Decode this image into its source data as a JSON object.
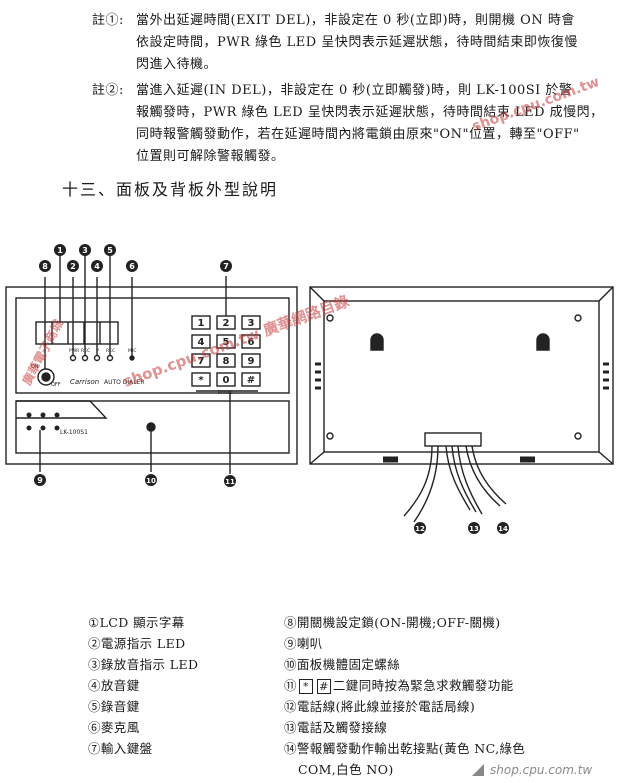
{
  "notes": [
    {
      "tag": "註①:",
      "lines": [
        "當外出延遲時間(EXIT DEL)，非設定在 0 秒(立即)時，則開機 ON 時會",
        "依設定時間，PWR 綠色 LED 呈快閃表示延遲狀態，待時間結束即恢復慢",
        "閃進入待機。"
      ]
    },
    {
      "tag": "註②:",
      "lines": [
        "當進入延遲(IN DEL)，非設定在 0 秒(立即觸發)時，則 LK-100SI 於警",
        "報觸發時，PWR 綠色 LED 呈快閃表示延遲狀態，待時間結束 LED 成慢閃，",
        "同時報警觸發動作，若在延遲時間內將電鎖由原來\"ON\"位置，轉至\"OFF\"",
        "位置則可解除警報觸發。"
      ]
    }
  ],
  "section_title": "十三、面板及背板外型說明",
  "front_panel": {
    "brand": "Carrison",
    "model_label": "AUTO DIALER",
    "device_label": "LK-100S1",
    "led_labels": [
      "PWR",
      "REC",
      "P",
      "REC"
    ],
    "mic_label": "MIC",
    "lock_on": "ON",
    "lock_off": "OFF",
    "panic_label": "PANIC",
    "keys": [
      "1",
      "2",
      "3",
      "4",
      "5",
      "6",
      "7",
      "8",
      "9",
      "*",
      "0",
      "#"
    ]
  },
  "callouts": {
    "top": [
      "1",
      "2",
      "3",
      "4",
      "5",
      "6",
      "7",
      "8"
    ],
    "bottom": [
      "9",
      "10",
      "11",
      "12",
      "13",
      "14"
    ]
  },
  "legend_left": [
    "①LCD 顯示字幕",
    "②電源指示 LED",
    "③錄放音指示 LED",
    "④放音鍵",
    "⑤錄音鍵",
    "⑥麥克風",
    "⑦輸入鍵盤"
  ],
  "legend_right": [
    "⑧開關機設定鎖(ON-開機;OFF-關機)",
    "⑨喇叭",
    "⑩面板機體固定螺絲",
    "二鍵同時按為緊急求救觸發功能",
    "⑫電話線(將此線並接於電話局線)",
    "⑬電話及觸發接線",
    "⑭警報觸發動作輸出乾接點(黃色 NC,綠色",
    "COM,白色 NO)"
  ],
  "legend_11_prefix": "⑪",
  "legend_11_keys": [
    "*",
    "#"
  ],
  "watermarks": {
    "diag1": "shop.cpu.com.tw 廣華網路目錄",
    "diag2": "shop.cpu.com.tw",
    "side": "廣華電子商城",
    "footer": "shop.cpu.com.tw"
  }
}
